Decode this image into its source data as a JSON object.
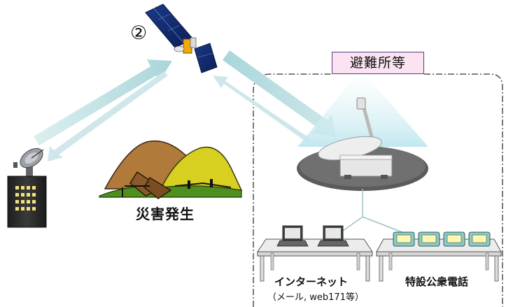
{
  "diagram": {
    "step_marker": "②",
    "shelter_label": "避難所等",
    "disaster_label": "災害発生",
    "internet_label": "インターネット",
    "internet_note": "（メール, web171等）",
    "phone_label": "特設公衆電話"
  },
  "colors": {
    "link_arrow": "#a9d6da",
    "shelter_border": "#5a4080",
    "shelter_fill": "#fbe3f1",
    "mountain_brown": "#b07a3a",
    "mountain_yellow": "#d8d020",
    "ground_green": "#4f8f1e",
    "phone_screen": "#fff7b0",
    "laptop": "#555555"
  },
  "icons": [
    "satellite-icon",
    "ground-station-antenna-icon",
    "building-icon",
    "mountain-landslide-icon",
    "satellite-dish-terminal-icon",
    "laptop-icon",
    "public-phone-icon",
    "table-icon"
  ]
}
